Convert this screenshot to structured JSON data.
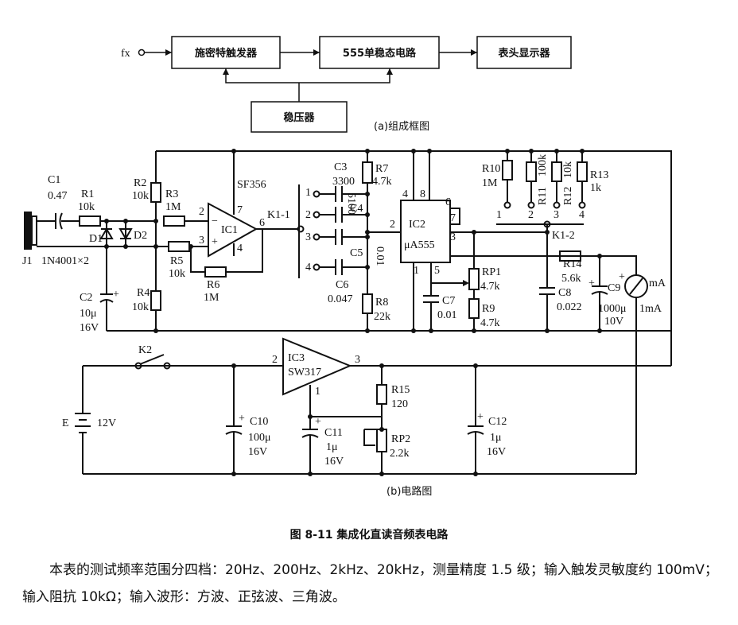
{
  "block_diagram": {
    "input_label": "fx",
    "blocks": [
      "施密特触发器",
      "555单稳态电路",
      "表头显示器",
      "稳压器"
    ],
    "caption": "(a)组成框图"
  },
  "circuit": {
    "caption": "(b)电路图",
    "labels": {
      "j1": "J1",
      "d_note": "1N4001×2",
      "d1": "D1",
      "d2": "D2",
      "c1": "C1",
      "c1_val": "0.47",
      "r1": "R1",
      "r1_val": "10k",
      "r2": "R2",
      "r2_val": "10k",
      "r3": "R3",
      "r3_val": "1M",
      "r4": "R4",
      "r4_val": "10k",
      "r5": "R5",
      "r5_val": "10k",
      "r6": "R6",
      "r6_val": "1M",
      "c2": "C2",
      "c2_val": "10μ",
      "c2_v": "16V",
      "ic1": "IC1",
      "ic1_type": "SF356",
      "k11": "K1-1",
      "c3": "C3",
      "c3_val": "3300",
      "c4": "C4",
      "c4_val": "5100",
      "c5": "C5",
      "c5_val": "0.01",
      "c6": "C6",
      "c6_val": "0.047",
      "r7": "R7",
      "r7_val": "4.7k",
      "r8": "R8",
      "r8_val": "22k",
      "ic2": "IC2",
      "ic2_type": "μA555",
      "c7": "C7",
      "c7_val": "0.01",
      "rp1": "RP1",
      "rp1_val": "4.7k",
      "r9": "R9",
      "r9_val": "4.7k",
      "r10": "R10",
      "r10_val": "1M",
      "r11": "R11",
      "r11_val": "100k",
      "r12": "R12",
      "r12_val": "10k",
      "r13": "R13",
      "r13_val": "1k",
      "k12": "K1-2",
      "r14": "R14",
      "r14_val": "5.6k",
      "c8": "C8",
      "c8_val": "0.022",
      "c9": "C9",
      "c9_val": "1000μ",
      "c9_v": "10V",
      "meter": "mA",
      "meter_val": "1mA",
      "k2": "K2",
      "e": "E",
      "e_val": "12V",
      "c10": "C10",
      "c10_val": "100μ",
      "c10_v": "16V",
      "ic3": "IC3",
      "ic3_type": "SW317",
      "c11": "C11",
      "c11_val": "1μ",
      "c11_v": "16V",
      "r15": "R15",
      "r15_val": "120",
      "rp2": "RP2",
      "rp2_val": "2.2k",
      "c12": "C12",
      "c12_val": "1μ",
      "c12_v": "16V"
    }
  },
  "figure_title": "图 8-11   集成化直读音频表电路",
  "description": "本表的测试频率范围分四档：20Hz、200Hz、2kHz、20kHz，测量精度 1.5 级；输入触发灵敏度约 100mV；输入阻抗 10kΩ；输入波形：方波、正弦波、三角波。"
}
